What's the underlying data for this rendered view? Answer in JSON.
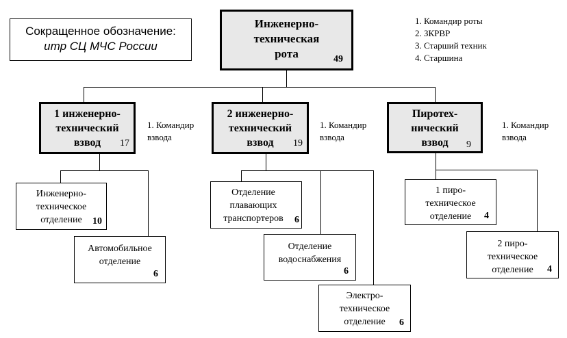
{
  "legend": {
    "heading": "Сокращенное обозначение:",
    "abbr": "итр СЦ МЧС России"
  },
  "company": {
    "title": "Инженерно-\nтехническая\nрота",
    "count": "49"
  },
  "company_staff": [
    "1. Командир роты",
    "2. ЗКРВР",
    "3. Старший техник",
    "4. Старшина"
  ],
  "platoons": [
    {
      "title": "1 инженерно-\nтехнический\nвзвод",
      "count": "17",
      "staff": "1. Командир\nвзвода"
    },
    {
      "title": "2 инженерно-\nтехнический\nвзвод",
      "count": "19",
      "staff": "1. Командир\nвзвода"
    },
    {
      "title": "Пиротех-\nнический\nвзвод",
      "count": "9",
      "staff": "1. Командир\nвзвода"
    }
  ],
  "sections": [
    {
      "title": "Инженерно-\nтехническое\nотделение",
      "count": "10"
    },
    {
      "title": "Автомобильное\nотделение",
      "count": "6"
    },
    {
      "title": "Отделение\nплавающих\nтранспортеров",
      "count": "6"
    },
    {
      "title": "Отделение\nводоснабжения",
      "count": "6"
    },
    {
      "title": "Электро-\nтехническое\nотделение",
      "count": "6"
    },
    {
      "title": "1 пиро-\nтехническое\nотделение",
      "count": "4"
    },
    {
      "title": "2 пиро-\nтехническое\nотделение",
      "count": "4"
    }
  ]
}
